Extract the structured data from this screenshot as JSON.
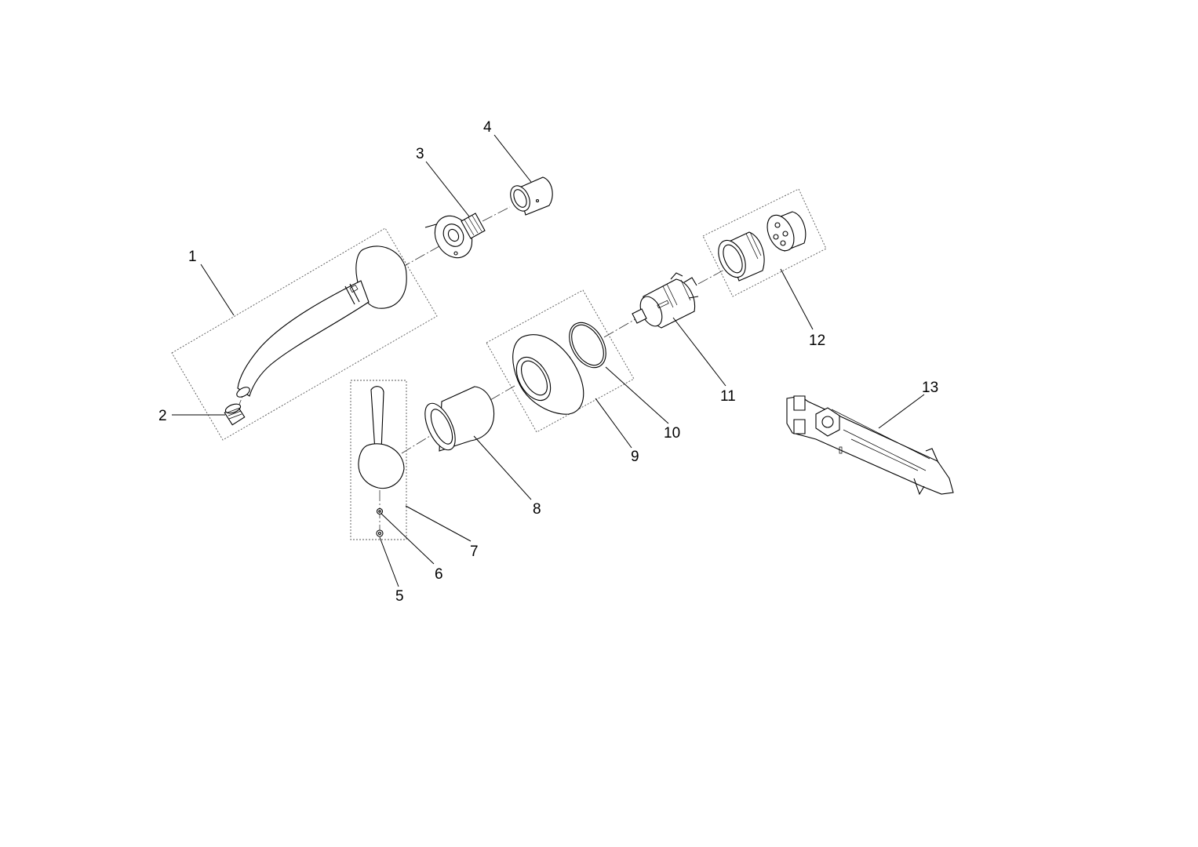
{
  "diagram": {
    "callouts": [
      {
        "id": "1",
        "label": "1"
      },
      {
        "id": "2",
        "label": "2"
      },
      {
        "id": "3",
        "label": "3"
      },
      {
        "id": "4",
        "label": "4"
      },
      {
        "id": "5",
        "label": "5"
      },
      {
        "id": "6",
        "label": "6"
      },
      {
        "id": "7",
        "label": "7"
      },
      {
        "id": "8",
        "label": "8"
      },
      {
        "id": "9",
        "label": "9"
      },
      {
        "id": "10",
        "label": "10"
      },
      {
        "id": "11",
        "label": "11"
      },
      {
        "id": "12",
        "label": "12"
      },
      {
        "id": "13",
        "label": "13"
      }
    ],
    "parts": [
      {
        "callout": "1",
        "icon": "spout-icon"
      },
      {
        "callout": "2",
        "icon": "aerator-icon"
      },
      {
        "callout": "3",
        "icon": "spout-adapter-icon"
      },
      {
        "callout": "4",
        "icon": "sleeve-icon"
      },
      {
        "callout": "5",
        "icon": "screw-icon"
      },
      {
        "callout": "6",
        "icon": "washer-icon"
      },
      {
        "callout": "7",
        "icon": "lever-handle-icon"
      },
      {
        "callout": "8",
        "icon": "cover-sleeve-icon"
      },
      {
        "callout": "9",
        "icon": "escutcheon-plate-icon"
      },
      {
        "callout": "10",
        "icon": "o-ring-icon"
      },
      {
        "callout": "11",
        "icon": "cartridge-icon"
      },
      {
        "callout": "12",
        "icon": "cartridge-housing-icon"
      },
      {
        "callout": "13",
        "icon": "service-wrench-icon"
      }
    ]
  }
}
